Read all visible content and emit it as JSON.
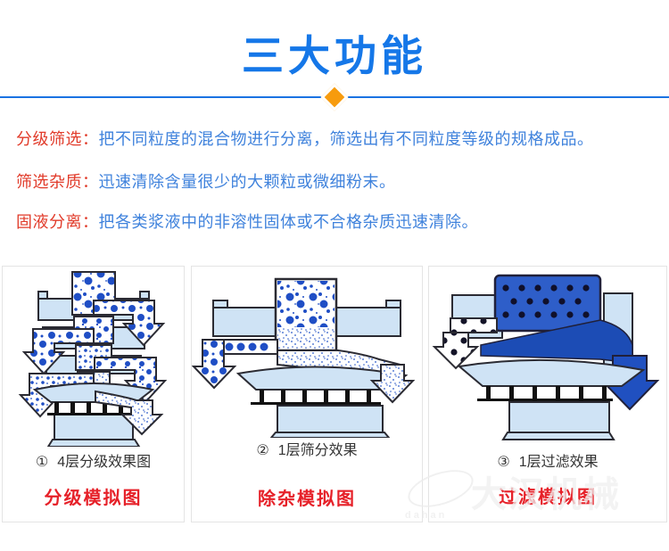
{
  "header": {
    "title": "三大功能"
  },
  "separator": "：",
  "features": [
    {
      "label": "分级筛选",
      "desc": "把不同粒度的混合物进行分离，筛选出有不同粒度等级的规格成品。"
    },
    {
      "label": "筛选杂质",
      "desc": "迅速清除含量很少的大颗粒或微细粉末。"
    },
    {
      "label": "固液分离",
      "desc": "把各类浆液中的非溶性固体或不合格杂质迅速清除。"
    }
  ],
  "panels": [
    {
      "number": "①",
      "caption": "4层分级效果图",
      "label": "分级模拟图"
    },
    {
      "number": "②",
      "caption": "1层筛分效果",
      "label": "除杂模拟图"
    },
    {
      "number": "③",
      "caption": "1层过滤效果",
      "label": "过滤模拟图"
    }
  ],
  "watermark": {
    "text": "大汉机械",
    "subtext": "dahan"
  },
  "colors": {
    "title_blue": "#1577e8",
    "divider_blue": "#1a73e2",
    "diamond_orange": "#f79b0d",
    "feature_label_red": "#e13b2a",
    "feature_desc_blue": "#3f82dc",
    "panel_label_red": "#e62129",
    "machine_light_blue": "#cfe3f5",
    "particle_blue": "#1f4ec5",
    "liquid_dark_blue": "#2e5ec9"
  }
}
